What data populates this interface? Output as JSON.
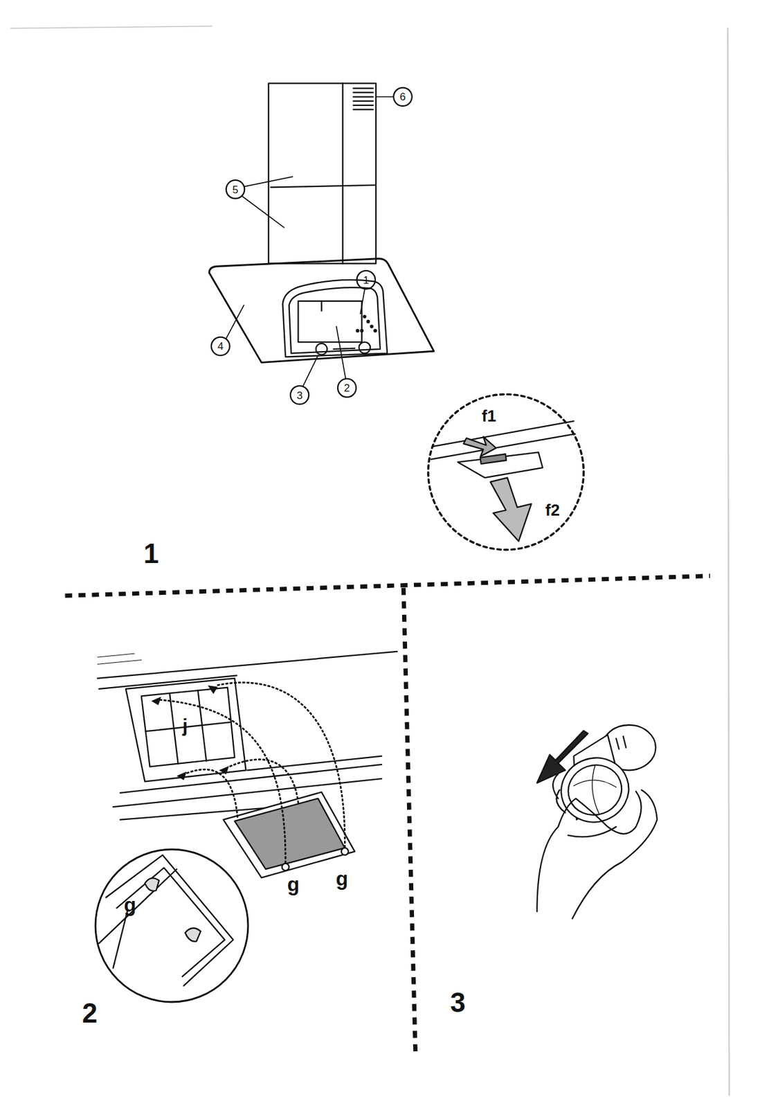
{
  "diagram": {
    "labels": [
      "6",
      "5",
      "1",
      "4",
      "3",
      "2",
      "f1",
      "f2",
      "1",
      "j",
      "g",
      "g",
      "g",
      "2",
      "3"
    ]
  }
}
